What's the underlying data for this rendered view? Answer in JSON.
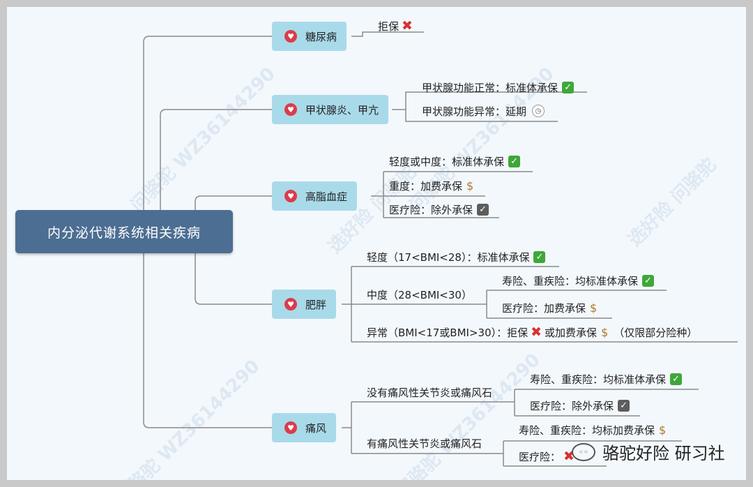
{
  "root": "内分泌代谢系统相关疾病",
  "watermark": [
    "问骆驼 WZ36144290",
    "选好险 问骆驼",
    "骆驼 WZ36144290"
  ],
  "brand": "骆驼好险 研习社",
  "categories": {
    "diabetes": {
      "label": "糖尿病",
      "leaf": "拒保"
    },
    "thyroid": {
      "label": "甲状腺炎、甲亢",
      "leaves": [
        "甲状腺功能正常：标准体承保",
        "甲状腺功能异常：延期"
      ]
    },
    "lipid": {
      "label": "高脂血症",
      "leaves": [
        "轻度或中度：标准体承保",
        "重度：加费承保",
        "医疗险：除外承保"
      ]
    },
    "obesity": {
      "label": "肥胖",
      "mild": "轻度（17<BMI<28）：标准体承保",
      "moderate": "中度（28<BMI<30）",
      "moderate_children": [
        "寿险、重疾险：均标准体承保",
        "医疗险：加费承保"
      ],
      "abnormal_a": "异常（BMI<17或BMI>30）：拒保",
      "abnormal_b": "或加费承保",
      "abnormal_c": "（仅限部分险种）"
    },
    "gout": {
      "label": "痛风",
      "no_arthritis": "没有痛风性关节炎或痛风石",
      "no_children": [
        "寿险、重疾险：均标准体承保",
        "医疗险：除外承保"
      ],
      "with_arthritis": "有痛风性关节炎或痛风石",
      "with_children": [
        "寿险、重疾险：均标加费承保",
        "医疗险："
      ]
    }
  },
  "colors": {
    "root": "#4c6e92",
    "category": "#a9daea",
    "line": "#8a8a8a",
    "ok": "#3fa73a",
    "reject": "#d9312f"
  }
}
